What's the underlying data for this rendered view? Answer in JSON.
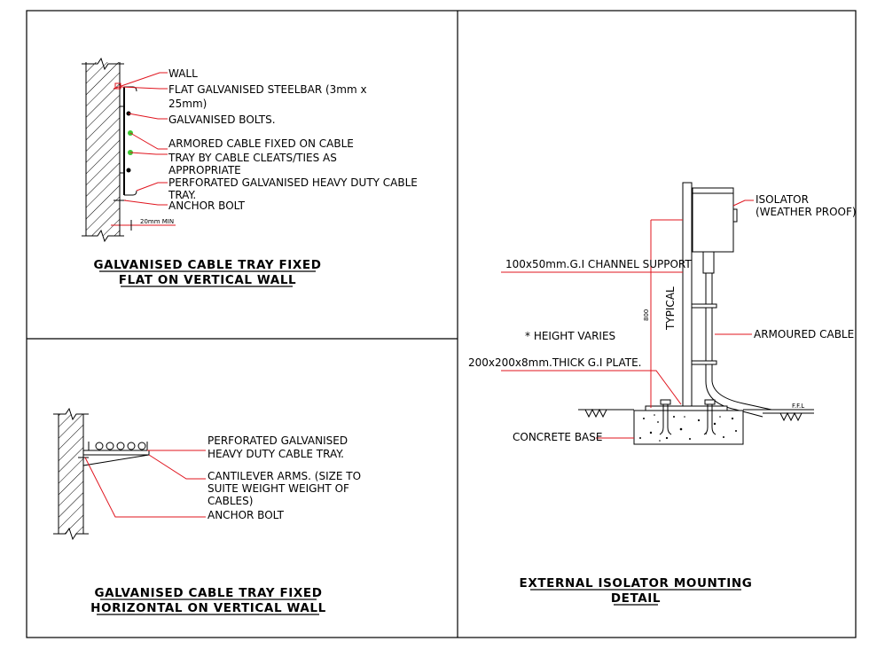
{
  "panel_top_left": {
    "labels": {
      "wall": "WALL",
      "steelbar_1": "FLAT GALVANISED STEELBAR (3mm x",
      "steelbar_2": "25mm)",
      "bolts": "GALVANISED BOLTS.",
      "armored_1": "ARMORED CABLE FIXED ON CABLE",
      "armored_2": "TRAY BY CABLE CLEATS/TIES AS",
      "armored_3": "APPROPRIATE",
      "perforated_1": "PERFORATED GALVANISED HEAVY DUTY CABLE",
      "perforated_2": "TRAY.",
      "anchor": "ANCHOR BOLT",
      "dim": "20mm MIN"
    },
    "title_1": "GALVANISED CABLE TRAY FIXED",
    "title_2": "FLAT ON VERTICAL WALL"
  },
  "panel_bottom_left": {
    "labels": {
      "perforated_1": "PERFORATED GALVANISED",
      "perforated_2": "HEAVY DUTY CABLE TRAY.",
      "cantilever_1": "CANTILEVER ARMS. (SIZE TO",
      "cantilever_2": "SUITE WEIGHT WEIGHT OF",
      "cantilever_3": "CABLES)",
      "anchor": "ANCHOR BOLT"
    },
    "title_1": "GALVANISED CABLE TRAY FIXED",
    "title_2": "HORIZONTAL ON VERTICAL WALL"
  },
  "panel_right": {
    "labels": {
      "isolator_1": "ISOLATOR",
      "isolator_2": "(WEATHER PROOF)",
      "channel": "100x50mm.G.I CHANNEL SUPPORT",
      "dim_800": "800",
      "typical": "TYPICAL",
      "height_varies": "* HEIGHT VARIES",
      "armoured": "ARMOURED CABLE",
      "plate": "200x200x8mm.THICK G.I PLATE.",
      "ffl": "F.F.L",
      "concrete": "CONCRETE BASE"
    },
    "title_1": "EXTERNAL ISOLATOR MOUNTING",
    "title_2": "DETAIL"
  },
  "colors": {
    "leader": "#e0141e",
    "line": "#000000",
    "cable_dot": "#3cc832"
  }
}
